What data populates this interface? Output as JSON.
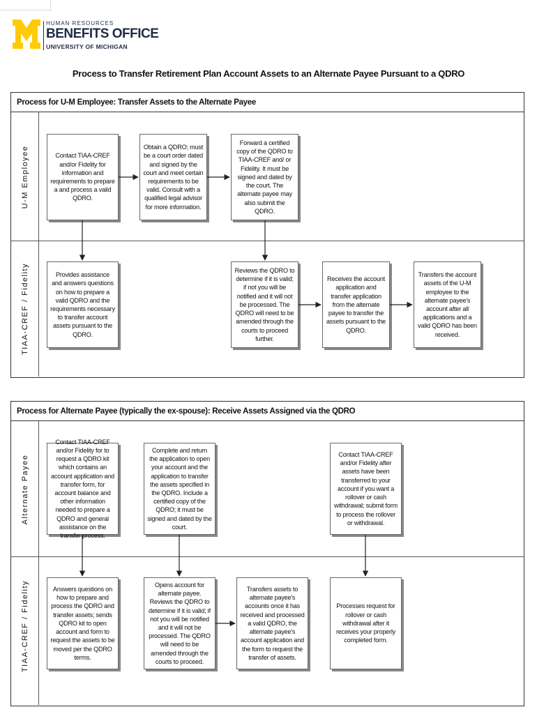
{
  "header": {
    "logo_line1": "HUMAN RESOURCES",
    "logo_line2": "BENEFITS OFFICE",
    "logo_line3": "UNIVERSITY OF MICHIGAN",
    "logo_color": "#FFCB05"
  },
  "title": "Process to Transfer Retirement Plan Account Assets to an Alternate Payee Pursuant to a QDRO",
  "section1": {
    "heading": "Process for U-M Employee: Transfer Assets to the Alternate Payee",
    "lane_top": "U-M Employee",
    "lane_bottom": "TIAA-CREF / Fidelity",
    "boxes": {
      "b1": "Contact TIAA-CREF and/or Fidelity for information and requirements to prepare a and process a valid QDRO.",
      "b2": "Obtain a QDRO; must be a court order dated and signed by the court and meet certain requirements to be valid.  Consult with a qualified legal advisor for more information.",
      "b3": "Forward a certified copy of the QDRO to TIAA-CREF and/ or Fidelity.  It must be signed and dated by the court.  The alternate payee may also submit the QDRO.",
      "b4": "Provides assistance and answers questions on how to prepare a valid QDRO and the requirements necessary to transfer account assets pursuant to the QDRO.",
      "b5": "Reviews the QDRO to determine if it is valid; if not you will be notified and it will not be processed. The QDRO will need to be amended through the courts to proceed further.",
      "b6": "Receives the account application and transfer application from the alternate payee to transfer the assets pursuant to the QDRO.",
      "b7": "Transfers the account assets of the U-M employee to the alternate payee's account after all applications and a valid QDRO has been received."
    }
  },
  "section2": {
    "heading": "Process for Alternate Payee (typically the ex-spouse): Receive Assets Assigned via the QDRO",
    "lane_top": "Alternate Payee",
    "lane_bottom": "TIAA-CREF / Fidelity",
    "boxes": {
      "c1": "Contact TIAA-CREF and/or Fidelity for to request a QDRO kit which contains an account application and transfer form, for account balance and other information needed to prepare a QDRO and general assistance on the transfer process.",
      "c2": "Complete and return the application to  open your account and the application to transfer the assets specified in the QDRO.  Include a certified copy of the QDRO; it must be signed and dated by the court.",
      "c3": "Contact TIAA-CREF and/or Fidelity after assets have been transferred to your account if you want a rollover or cash withdrawal; submit form to process the rollover or withdrawal.",
      "c4": "Answers questions on how to prepare and process the QDRO and transfer assets; sends QDRO kit to open account and form to request the assets to be moved per the QDRO terms.",
      "c5": "Opens account for alternate payee. Reviews the QDRO to determine if it is valid; if not you will be notified and it will not be processed. The QDRO will need to be amended through the courts to proceed.",
      "c6": "Transfers assets to alternate payee's accounts once it has received and processed a valid QDRO, the alternate payee's account application and the form to request the transfer of assets.",
      "c7": "Processes request for rollover or cash withdrawal after it receives your properly completed form."
    }
  }
}
